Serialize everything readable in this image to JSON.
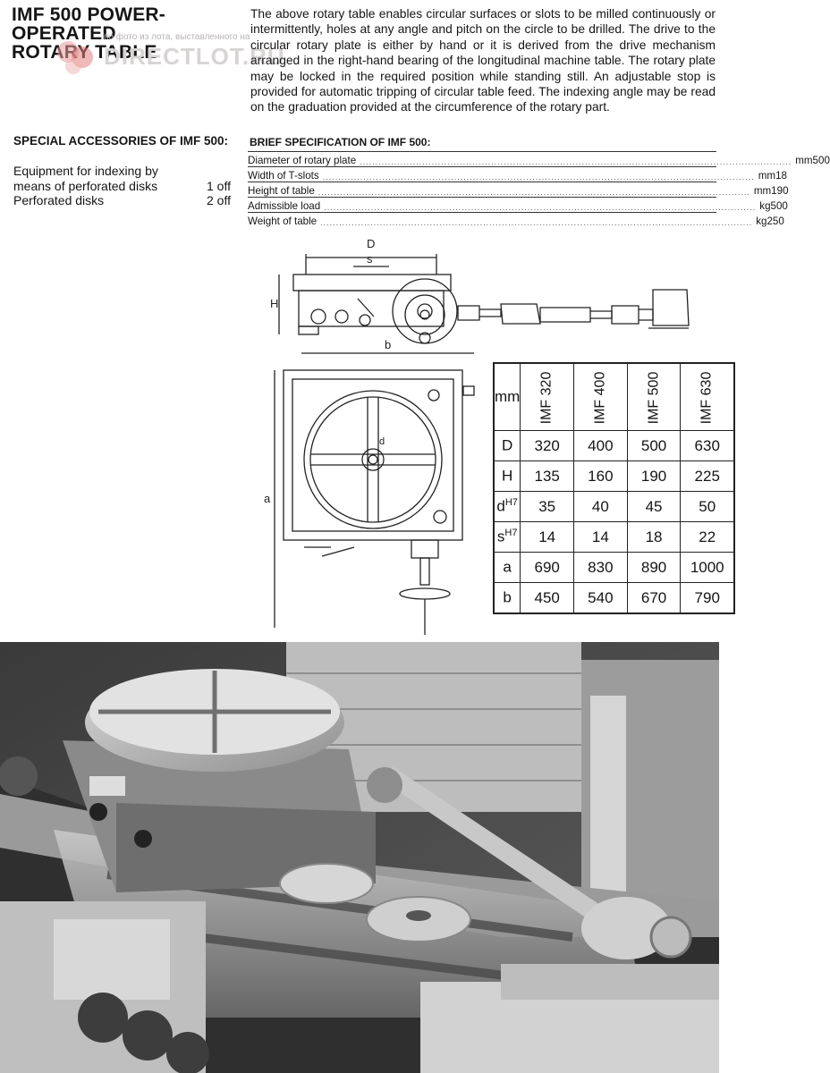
{
  "title_lines": [
    "IMF 500 POWER-",
    "OPERATED",
    "ROTARY TABLE"
  ],
  "watermark": {
    "small_text": "по фото из лота, выставленного на",
    "brand": "DIRECTLOT.RU"
  },
  "intro": "The above rotary table enables circular surfaces or slots to be milled continuously or intermittently, holes at any angle and pitch on the circle to be drilled. The drive to the circular rotary plate is either by hand or it is derived from the drive mechanism arranged in the right-hand bearing of the longitudinal machine table. The rotary plate may be locked in the required position while standing still. An adjustable stop is provided for automatic tripping of circular table feed. The indexing angle may be read on the graduation provided at the circumference of the rotary part.",
  "accessories": {
    "title": "SPECIAL ACCESSORIES OF IMF 500:",
    "items": [
      {
        "line1": "Equipment for indexing by",
        "line2": "means of perforated disks",
        "qty": "1 off"
      },
      {
        "line1": "",
        "line2": "Perforated disks",
        "qty": "2 off"
      }
    ]
  },
  "spec": {
    "title": "BRIEF SPECIFICATION OF IMF 500:",
    "rows": [
      {
        "name": "Diameter of rotary plate",
        "unit": "mm",
        "value": "500"
      },
      {
        "name": "Width of T-slots",
        "unit": "mm",
        "value": "18"
      },
      {
        "name": "Height of table",
        "unit": "mm",
        "value": "190"
      },
      {
        "name": "Admissible load",
        "unit": "kg",
        "value": "500"
      },
      {
        "name": "Weight of table",
        "unit": "kg",
        "value": "250"
      }
    ]
  },
  "drawing_labels": {
    "D": "D",
    "s": "s",
    "H": "H",
    "b": "b",
    "a": "a",
    "d": "d"
  },
  "dim_table": {
    "corner": "mm",
    "models": [
      "IMF 320",
      "IMF 400",
      "IMF 500",
      "IMF 630"
    ],
    "rows": [
      {
        "label": "D",
        "sup": "",
        "values": [
          "320",
          "400",
          "500",
          "630"
        ]
      },
      {
        "label": "H",
        "sup": "",
        "values": [
          "135",
          "160",
          "190",
          "225"
        ]
      },
      {
        "label": "d",
        "sup": "H7",
        "values": [
          "35",
          "40",
          "45",
          "50"
        ]
      },
      {
        "label": "s",
        "sup": "H7",
        "values": [
          "14",
          "14",
          "18",
          "22"
        ]
      },
      {
        "label": "a",
        "sup": "",
        "values": [
          "690",
          "830",
          "890",
          "1000"
        ]
      },
      {
        "label": "b",
        "sup": "",
        "values": [
          "450",
          "540",
          "670",
          "790"
        ]
      }
    ]
  }
}
